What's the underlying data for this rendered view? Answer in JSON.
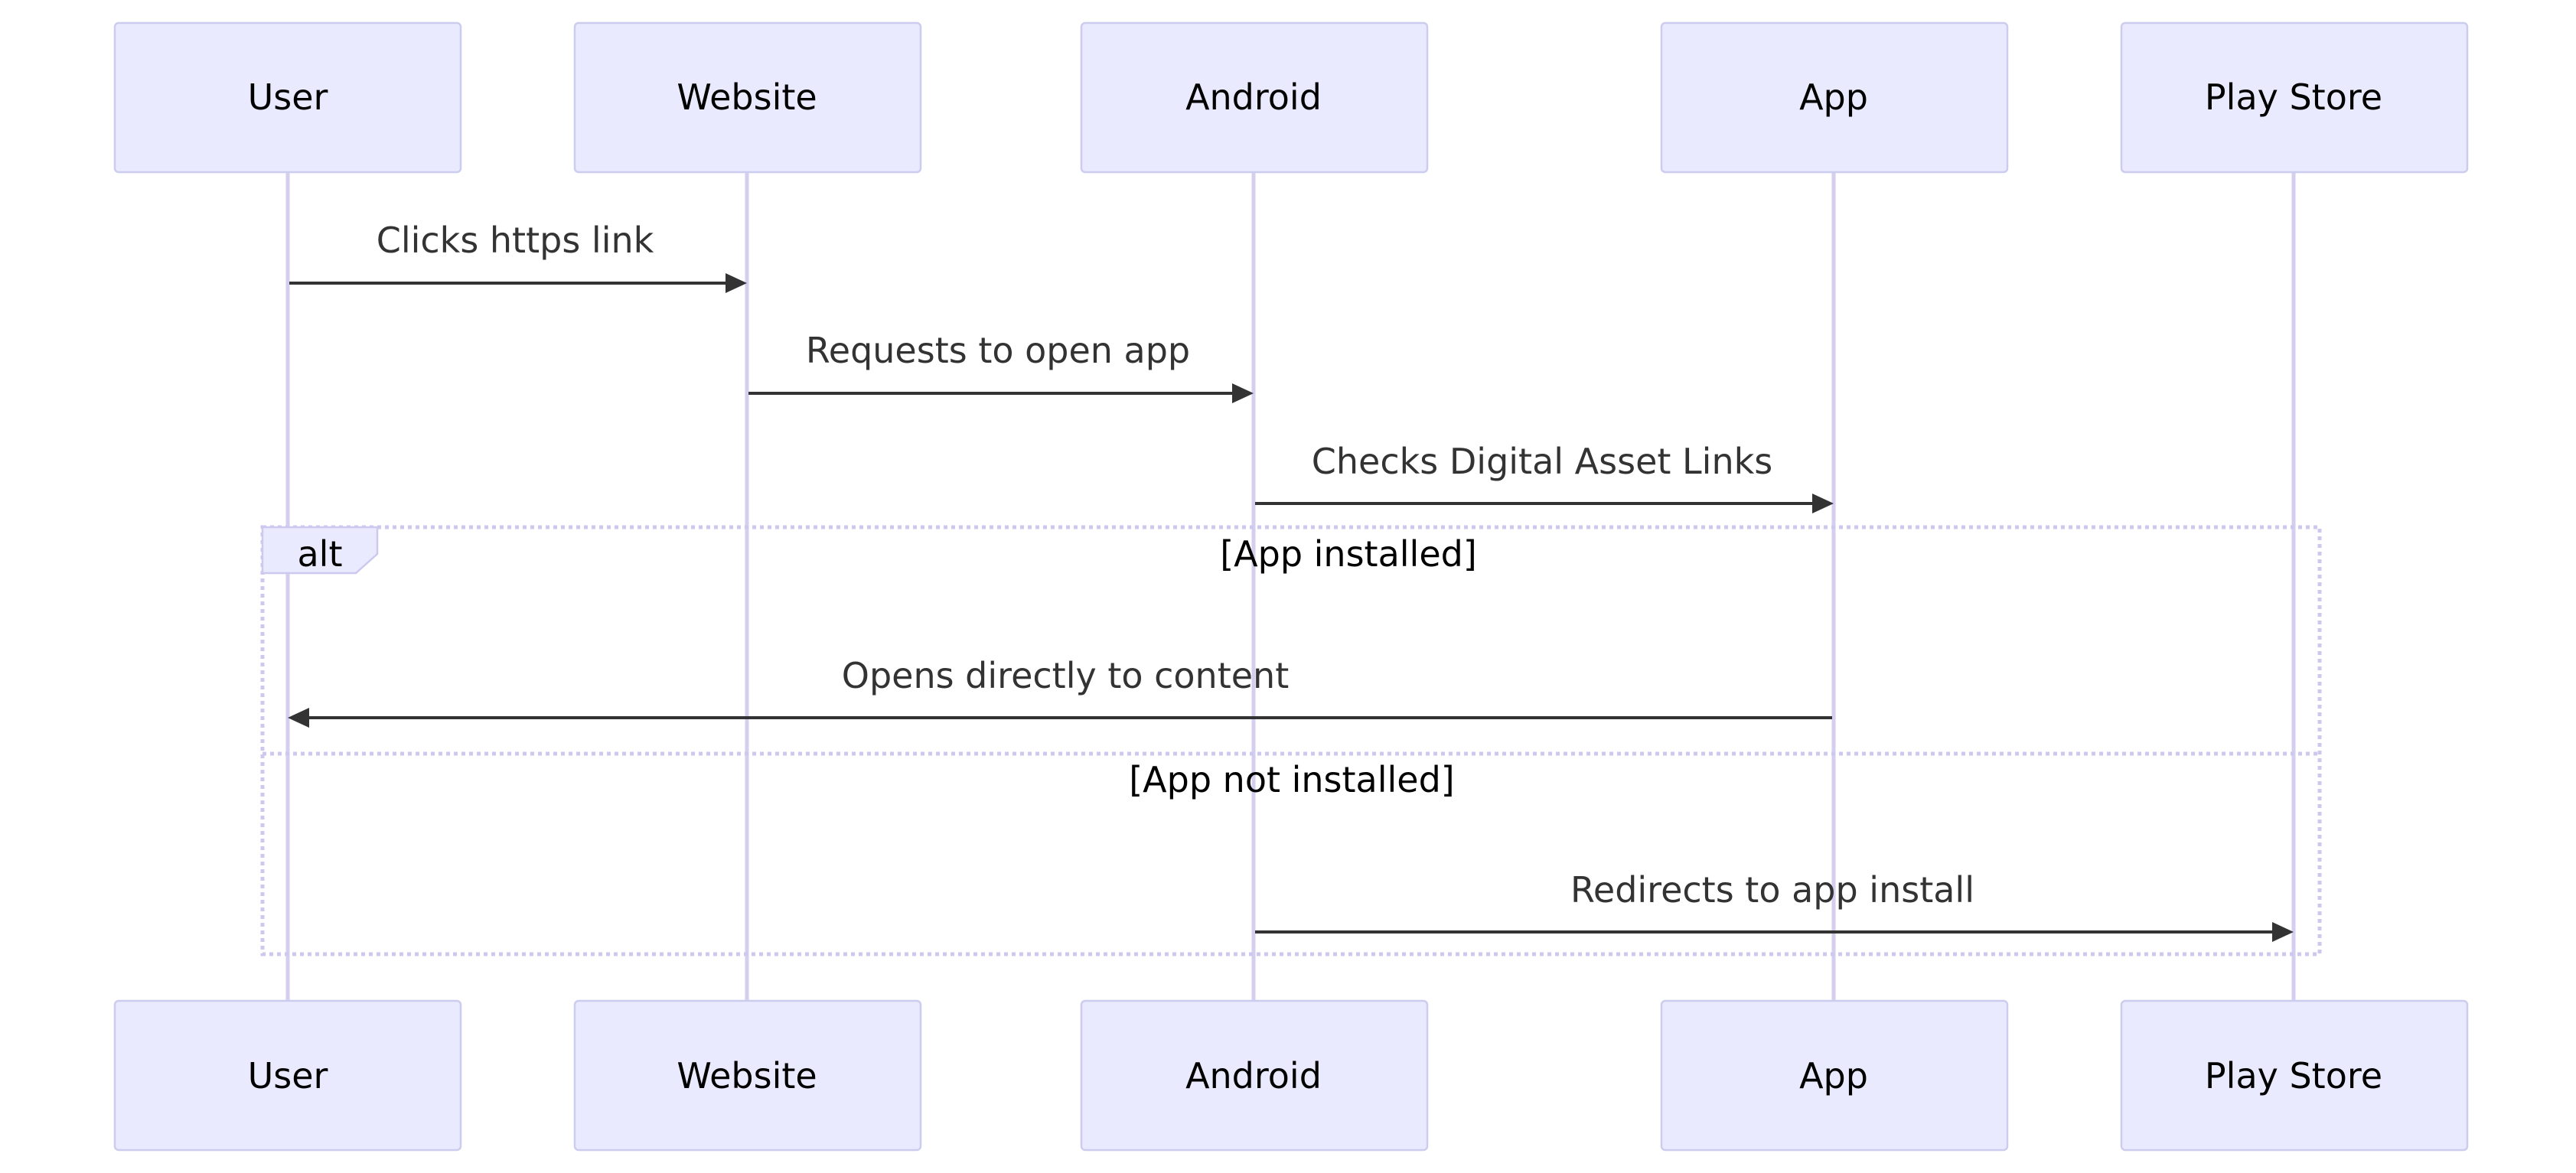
{
  "participants": [
    {
      "id": "user",
      "label": "User"
    },
    {
      "id": "website",
      "label": "Website"
    },
    {
      "id": "android",
      "label": "Android"
    },
    {
      "id": "app",
      "label": "App"
    },
    {
      "id": "playstore",
      "label": "Play Store"
    }
  ],
  "messages": [
    {
      "from": "user",
      "to": "website",
      "label": "Clicks https link"
    },
    {
      "from": "website",
      "to": "android",
      "label": "Requests to open app"
    },
    {
      "from": "android",
      "to": "app",
      "label": "Checks Digital Asset Links"
    },
    {
      "from": "app",
      "to": "user",
      "label": "Opens directly to content"
    },
    {
      "from": "android",
      "to": "playstore",
      "label": "Redirects to app install"
    }
  ],
  "alt_block": {
    "label": "alt",
    "conditions": [
      "[App installed]",
      "[App not installed]"
    ]
  },
  "colors": {
    "actor_fill": "#eaeaff",
    "actor_stroke": "#ccccee",
    "lifeline": "#d6ceef",
    "message": "#333333"
  }
}
